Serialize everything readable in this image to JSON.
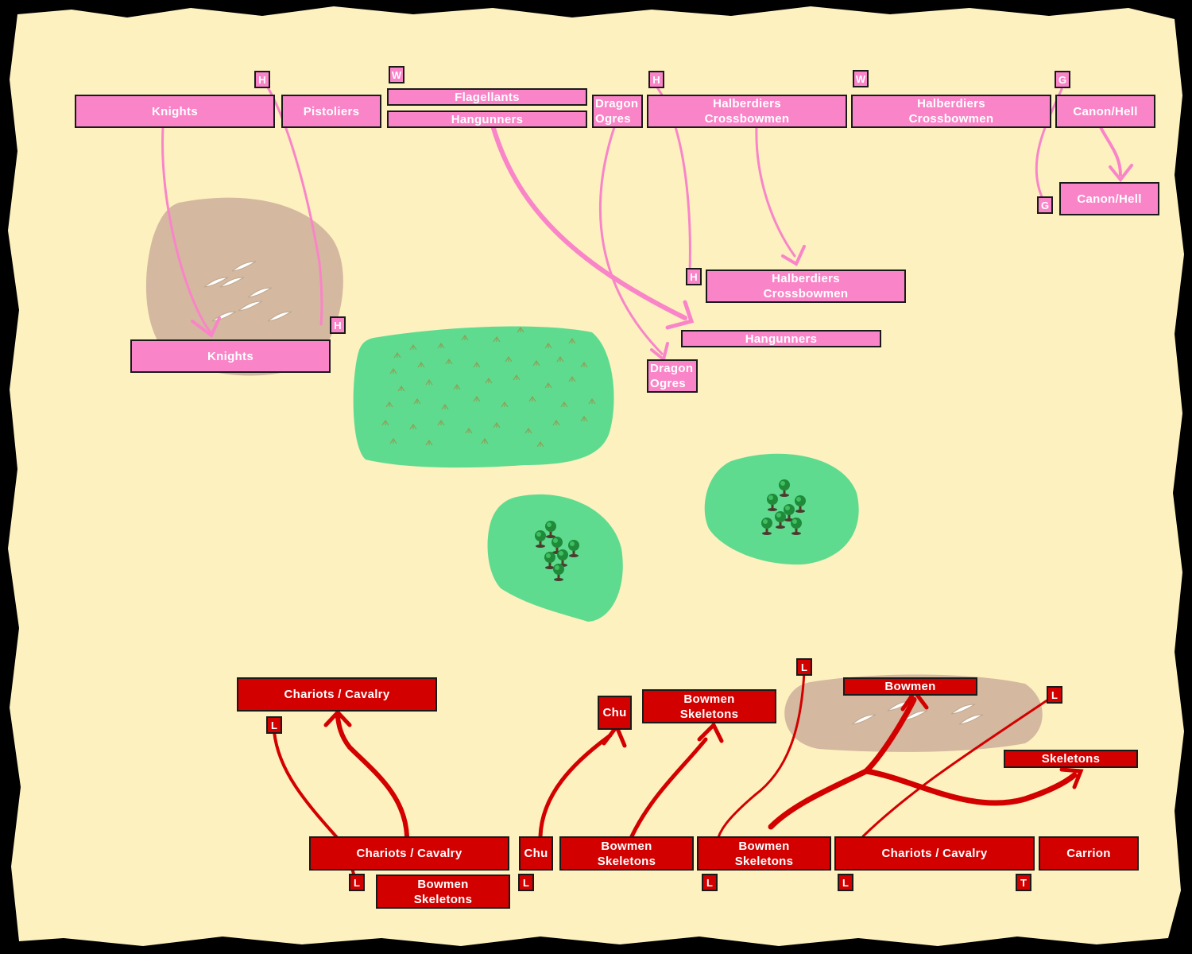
{
  "colors": {
    "empire": "#f985c8",
    "vampire_counts": "#d30000",
    "parchment": "#fdf1c0",
    "border": "#000000",
    "hill": "#d4b8a0",
    "forest": "#5fdb8f",
    "tree": "#1f8a3a"
  },
  "empire": {
    "units": [
      {
        "id": "e-knights-start",
        "text": "Knights"
      },
      {
        "id": "e-pistoliers",
        "text": "Pistoliers"
      },
      {
        "id": "e-flagellants",
        "text": "Flagellants"
      },
      {
        "id": "e-hangunners-start",
        "text": "Hangunners"
      },
      {
        "id": "e-dragon-ogres-start",
        "text": "Dragon\nOgres"
      },
      {
        "id": "e-halb-cross-1",
        "text": "Halberdiers\nCrossbowmen"
      },
      {
        "id": "e-halb-cross-2",
        "text": "Halberdiers\nCrossbowmen"
      },
      {
        "id": "e-canon-hell-start",
        "text": "Canon/Hell"
      },
      {
        "id": "e-canon-hell-end",
        "text": "Canon/Hell"
      },
      {
        "id": "e-halb-cross-end",
        "text": "Halberdiers\nCrossbowmen"
      },
      {
        "id": "e-hangunners-end",
        "text": "Hangunners"
      },
      {
        "id": "e-dragon-ogres-end",
        "text": "Dragon\nOgres"
      },
      {
        "id": "e-knights-end",
        "text": "Knights"
      }
    ],
    "tags": [
      {
        "id": "e-tag-h1",
        "text": "H"
      },
      {
        "id": "e-tag-w1",
        "text": "W"
      },
      {
        "id": "e-tag-h2",
        "text": "H"
      },
      {
        "id": "e-tag-w2",
        "text": "W"
      },
      {
        "id": "e-tag-g1",
        "text": "G"
      },
      {
        "id": "e-tag-g2",
        "text": "G"
      },
      {
        "id": "e-tag-h3",
        "text": "H"
      },
      {
        "id": "e-tag-h4",
        "text": "H"
      }
    ]
  },
  "vampire_counts": {
    "units": [
      {
        "id": "v-chariots-end",
        "text": "Chariots / Cavalry"
      },
      {
        "id": "v-chu-end",
        "text": "Chu"
      },
      {
        "id": "v-bowmen-skel-end",
        "text": "Bowmen\nSkeletons"
      },
      {
        "id": "v-bowmen-end",
        "text": "Bowmen"
      },
      {
        "id": "v-skeletons-end",
        "text": "Skeletons"
      },
      {
        "id": "v-chariots-start-1",
        "text": "Chariots / Cavalry"
      },
      {
        "id": "v-bowmen-skel-start-1",
        "text": "Bowmen\nSkeletons"
      },
      {
        "id": "v-chu-start",
        "text": "Chu"
      },
      {
        "id": "v-bowmen-skel-start-2",
        "text": "Bowmen\nSkeletons"
      },
      {
        "id": "v-bowmen-skel-start-3",
        "text": "Bowmen\nSkeletons"
      },
      {
        "id": "v-chariots-start-2",
        "text": "Chariots / Cavalry"
      },
      {
        "id": "v-carrion",
        "text": "Carrion"
      }
    ],
    "tags": [
      {
        "id": "v-tag-l1",
        "text": "L"
      },
      {
        "id": "v-tag-l2",
        "text": "L"
      },
      {
        "id": "v-tag-l3",
        "text": "L"
      },
      {
        "id": "v-tag-l4",
        "text": "L"
      },
      {
        "id": "v-tag-l5",
        "text": "L"
      },
      {
        "id": "v-tag-l6",
        "text": "L"
      },
      {
        "id": "v-tag-l7",
        "text": "L"
      },
      {
        "id": "v-tag-t1",
        "text": "T"
      }
    ]
  },
  "terrain": [
    {
      "type": "hill",
      "name": "hill-north-west"
    },
    {
      "type": "forest",
      "name": "forest-large-centre"
    },
    {
      "type": "wood",
      "name": "wood-south-centre"
    },
    {
      "type": "wood",
      "name": "wood-east-centre"
    },
    {
      "type": "hill",
      "name": "hill-south-east"
    }
  ]
}
